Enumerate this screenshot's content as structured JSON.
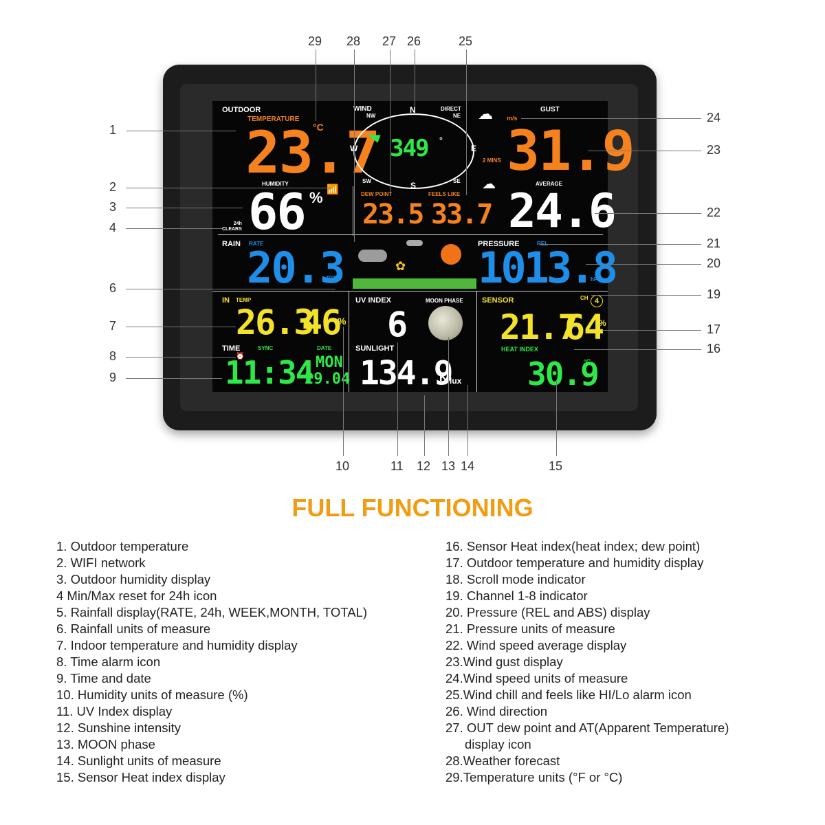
{
  "screen": {
    "outdoor": "OUTDOOR",
    "temperature_label": "TEMPERATURE",
    "temperature_unit": "°C",
    "outdoor_temp": "23.7",
    "humidity_label": "HUMIDITY",
    "humidity_value": "66",
    "humidity_unit": "%",
    "clears": "24h\nCLEARS",
    "wind_label": "WIND",
    "direct_label": "DIRECT",
    "compass": {
      "n": "N",
      "s": "S",
      "e": "E",
      "w": "W",
      "nw": "NW",
      "ne": "NE",
      "sw": "SW",
      "se": "SE"
    },
    "wind_direction": "349",
    "degree_symbol": "°",
    "dew_point_label": "DEW POINT",
    "feels_like_label": "FEELS LIKE",
    "dew_point_value": "23.5",
    "feels_like_value": "33.7",
    "gust_label": "GUST",
    "gust_unit": "m/s",
    "gust_value": "31.9",
    "mins_label": "2 MINS",
    "average_label": "AVERAGE",
    "average_value": "24.6",
    "rain_label": "RAIN",
    "rate_label": "RATE",
    "rain_value": "20.3",
    "rain_unit": "mm",
    "pressure_label": "PRESSURE",
    "rel_label": "REL",
    "pressure_value": "1013.8",
    "pressure_unit": "hPa",
    "in_label": "IN",
    "temp_label": "TEMP",
    "indoor_temp": "26.3",
    "indoor_hum": "46",
    "indoor_hum_unit": "%",
    "time_label": "TIME",
    "sync_label": "SYNC",
    "date_label": "DATE",
    "time_value": "11:34",
    "day_value": "MON",
    "date_value": "29.04",
    "uv_label": "UV INDEX",
    "uv_value": "6",
    "moon_label": "MOON PHASE",
    "sunlight_label": "SUNLIGHT",
    "sunlight_value": "134.9",
    "sunlight_unit_k": "K",
    "sunlight_unit": "lux",
    "sensor_label": "SENSOR",
    "ch_label": "CH",
    "ch_value": "4",
    "sensor_temp": "21.7",
    "sensor_hum": "64",
    "sensor_hum_unit": "%",
    "heat_index_label": "HEAT INDEX",
    "heat_index_value": "30.9",
    "heat_unit": "°C"
  },
  "callouts": {
    "top": [
      "29",
      "28",
      "27",
      "26",
      "25"
    ],
    "left": [
      "1",
      "2",
      "3",
      "4",
      "6",
      "7",
      "8",
      "9"
    ],
    "right": [
      "24",
      "23",
      "22",
      "21",
      "20",
      "19",
      "17",
      "16"
    ],
    "bottom": [
      "10",
      "11",
      "12",
      "13",
      "14",
      "15"
    ]
  },
  "title": "FULL FUNCTIONING",
  "list_left": [
    "1. Outdoor temperature",
    "2. WIFI network",
    "3. Outdoor humidity display",
    "4 Min/Max reset for 24h icon",
    "5. Rainfall display(RATE, 24h, WEEK,MONTH, TOTAL)",
    "6. Rainfall units of measure",
    "7. Indoor temperature and humidity display",
    "8. Time alarm icon",
    "9. Time and date",
    "10. Humidity units of measure (%)",
    "11. UV Index display",
    "12. Sunshine intensity",
    "13. MOON phase",
    "14. Sunlight units of measure",
    "15. Sensor Heat index display"
  ],
  "list_right": [
    "16. Sensor Heat index(heat index; dew point)",
    "17. Outdoor temperature and humidity display",
    "18. Scroll mode indicator",
    "19. Channel 1-8 indicator",
    "20. Pressure (REL and ABS) display",
    "21. Pressure units of measure",
    "22. Wind speed average display",
    "23.Wind gust display",
    "24.Wind speed units of measure",
    "25.Wind chill and feels like HI/Lo alarm icon",
    "26. Wind direction",
    "27. OUT dew point and AT(Apparent Temperature)",
    "display icon",
    "28.Weather forecast",
    "29.Temperature units (°F or °C)"
  ],
  "colors": {
    "orange": "#f5821f",
    "blue": "#1e8ee8",
    "yellow": "#f3e22a",
    "green": "#2ee84a",
    "white": "#ffffff",
    "title": "#f29c12"
  }
}
